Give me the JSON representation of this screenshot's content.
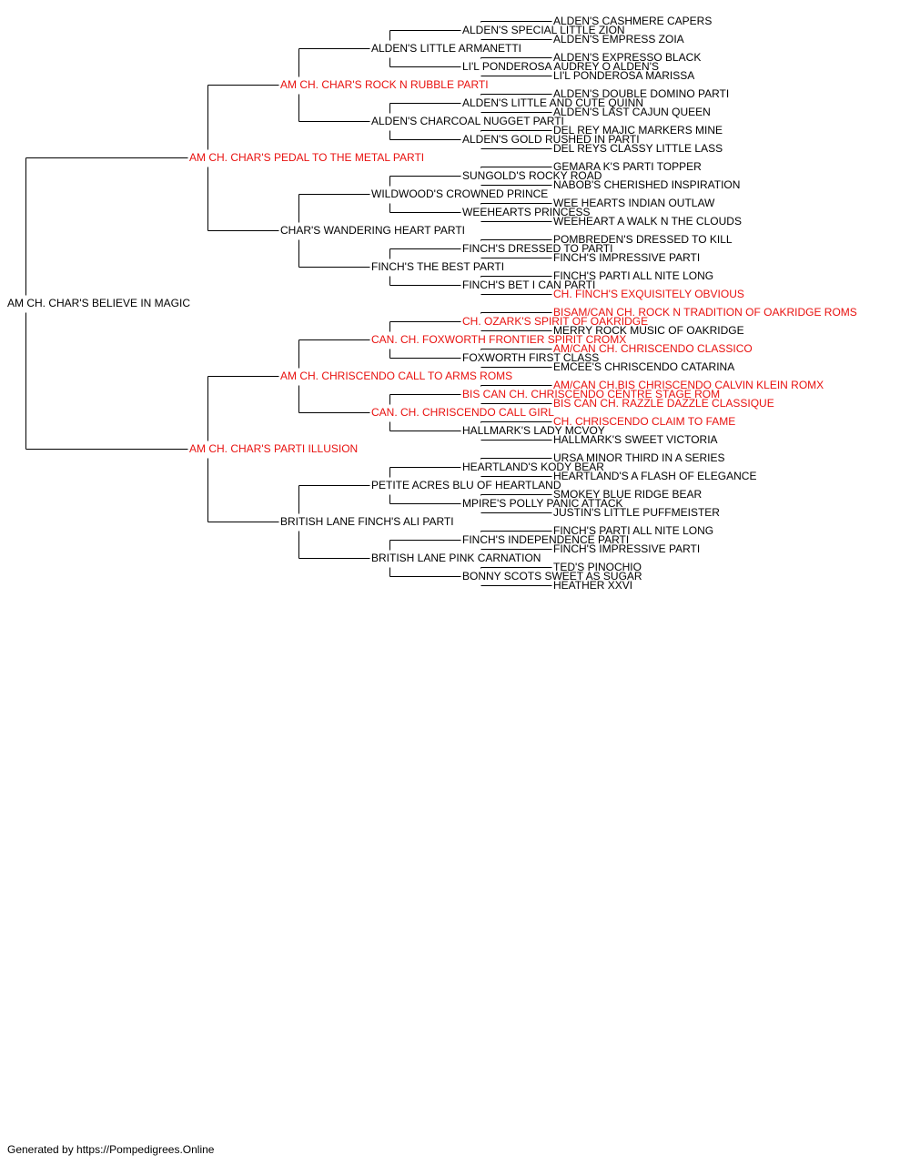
{
  "colors": {
    "champion": "#e8110f",
    "normal": "#000000",
    "line": "#000000"
  },
  "footer": "Generated by https://Pompedigrees.Online",
  "pedigree": [
    {
      "name": "AM CH. CHAR'S BELIEVE IN MAGIC",
      "champion": false
    },
    {
      "name": "AM CH. CHAR'S PEDAL TO THE METAL PARTI",
      "champion": true
    },
    {
      "name": "AM CH. CHAR'S PARTI ILLUSION",
      "champion": true
    },
    {
      "name": "AM CH. CHAR'S ROCK N RUBBLE PARTI",
      "champion": true
    },
    {
      "name": "CHAR'S WANDERING HEART PARTI",
      "champion": false
    },
    {
      "name": "AM CH. CHRISCENDO CALL TO ARMS ROMS",
      "champion": true
    },
    {
      "name": "BRITISH LANE FINCH'S ALI PARTI",
      "champion": false
    },
    {
      "name": "ALDEN'S LITTLE ARMANETTI",
      "champion": false
    },
    {
      "name": "ALDEN'S CHARCOAL NUGGET PARTI",
      "champion": false
    },
    {
      "name": "WILDWOOD'S CROWNED PRINCE",
      "champion": false
    },
    {
      "name": "FINCH'S THE BEST PARTI",
      "champion": false
    },
    {
      "name": "CAN. CH. FOXWORTH FRONTIER SPIRIT CROMX",
      "champion": true
    },
    {
      "name": "CAN. CH. CHRISCENDO CALL GIRL",
      "champion": true
    },
    {
      "name": "PETITE ACRES BLU OF HEARTLAND",
      "champion": false
    },
    {
      "name": "BRITISH LANE PINK CARNATION",
      "champion": false
    },
    {
      "name": "ALDEN'S SPECIAL LITTLE ZION",
      "champion": false
    },
    {
      "name": "LI'L PONDEROSA AUDREY O ALDEN'S",
      "champion": false
    },
    {
      "name": "ALDEN'S LITTLE AND CUTE QUINN",
      "champion": false
    },
    {
      "name": "ALDEN'S GOLD RUSHED IN PARTI",
      "champion": false
    },
    {
      "name": "SUNGOLD'S ROCKY ROAD",
      "champion": false
    },
    {
      "name": "WEEHEARTS PRINCESS",
      "champion": false
    },
    {
      "name": "FINCH'S DRESSED TO PARTI",
      "champion": false
    },
    {
      "name": "FINCH'S BET I CAN PARTI",
      "champion": false
    },
    {
      "name": "CH. OZARK'S SPIRIT OF OAKRIDGE",
      "champion": true
    },
    {
      "name": "FOXWORTH FIRST CLASS",
      "champion": false
    },
    {
      "name": "BIS CAN CH. CHRISCENDO CENTRE STAGE ROM",
      "champion": true
    },
    {
      "name": "HALLMARK'S LADY MCVOY",
      "champion": false
    },
    {
      "name": "HEARTLAND'S KODY BEAR",
      "champion": false
    },
    {
      "name": "MPIRE'S POLLY PANIC ATTACK",
      "champion": false
    },
    {
      "name": "FINCH'S INDEPENDENCE PARTI",
      "champion": false
    },
    {
      "name": "BONNY SCOTS SWEET AS SUGAR",
      "champion": false
    },
    {
      "name": "ALDEN'S CASHMERE CAPERS",
      "champion": false
    },
    {
      "name": "ALDEN'S EMPRESS ZOIA",
      "champion": false
    },
    {
      "name": "ALDEN'S EXPRESSO BLACK",
      "champion": false
    },
    {
      "name": "LI'L PONDEROSA MARISSA",
      "champion": false
    },
    {
      "name": "ALDEN'S DOUBLE DOMINO PARTI",
      "champion": false
    },
    {
      "name": "ALDEN'S LAST CAJUN QUEEN",
      "champion": false
    },
    {
      "name": "DEL REY MAJIC MARKERS MINE",
      "champion": false
    },
    {
      "name": "DEL REYS CLASSY LITTLE LASS",
      "champion": false
    },
    {
      "name": "GEMARA K'S PARTI TOPPER",
      "champion": false
    },
    {
      "name": "NABOB'S CHERISHED INSPIRATION",
      "champion": false
    },
    {
      "name": "WEE HEARTS INDIAN OUTLAW",
      "champion": false
    },
    {
      "name": "WEEHEART A WALK N THE CLOUDS",
      "champion": false
    },
    {
      "name": "POMBREDEN'S DRESSED TO KILL",
      "champion": false
    },
    {
      "name": "FINCH'S IMPRESSIVE PARTI",
      "champion": false
    },
    {
      "name": "FINCH'S PARTI ALL NITE LONG",
      "champion": false
    },
    {
      "name": "CH. FINCH'S EXQUISITELY OBVIOUS",
      "champion": true
    },
    {
      "name": "BISAM/CAN CH. ROCK N TRADITION OF OAKRIDGE ROMS",
      "champion": true
    },
    {
      "name": "MERRY ROCK MUSIC OF OAKRIDGE",
      "champion": false
    },
    {
      "name": "AM/CAN CH. CHRISCENDO CLASSICO",
      "champion": true
    },
    {
      "name": "EMCEE'S CHRISCENDO CATARINA",
      "champion": false
    },
    {
      "name": "AM/CAN CH.BIS CHRISCENDO CALVIN KLEIN ROMX",
      "champion": true
    },
    {
      "name": "BIS CAN CH. RAZZLE DAZZLE CLASSIQUE",
      "champion": true
    },
    {
      "name": "CH. CHRISCENDO CLAIM TO FAME",
      "champion": true
    },
    {
      "name": "HALLMARK'S SWEET VICTORIA",
      "champion": false
    },
    {
      "name": "URSA MINOR THIRD IN A SERIES",
      "champion": false
    },
    {
      "name": "HEARTLAND'S A FLASH OF ELEGANCE",
      "champion": false
    },
    {
      "name": "SMOKEY BLUE RIDGE BEAR",
      "champion": false
    },
    {
      "name": "JUSTIN'S LITTLE PUFFMEISTER",
      "champion": false
    },
    {
      "name": "FINCH'S PARTI ALL NITE LONG",
      "champion": false
    },
    {
      "name": "FINCH'S IMPRESSIVE PARTI",
      "champion": false
    },
    {
      "name": "TED'S PINOCHIO",
      "champion": false
    },
    {
      "name": "HEATHER XXVI",
      "champion": false
    }
  ]
}
